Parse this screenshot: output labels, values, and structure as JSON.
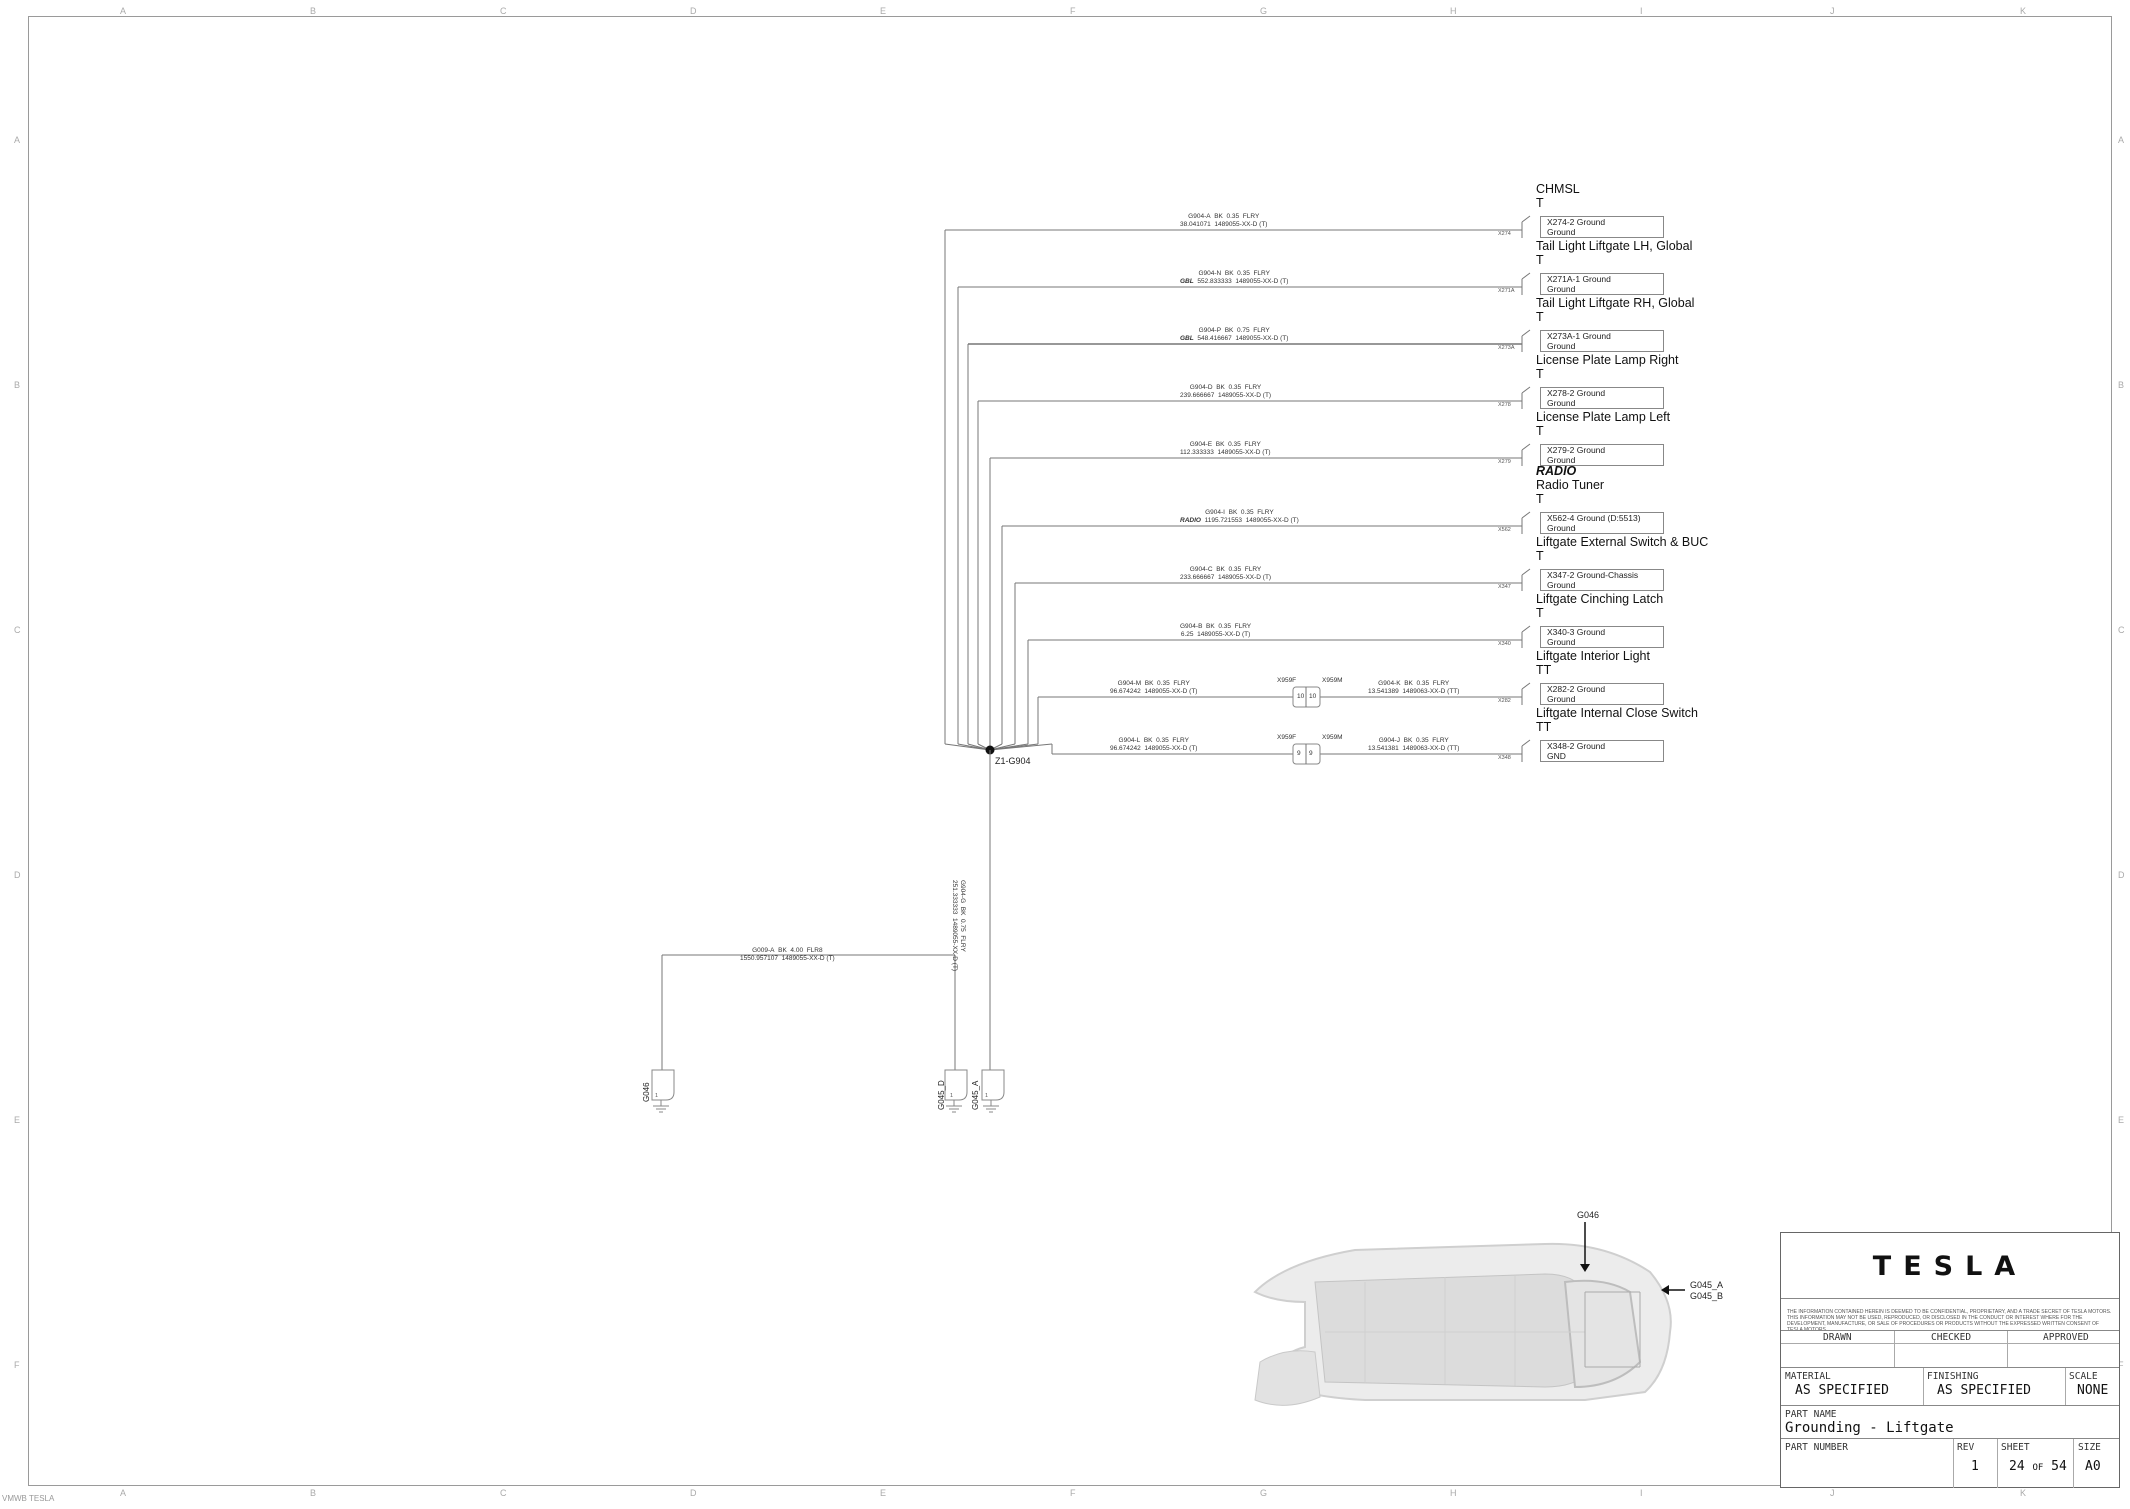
{
  "sheet": {
    "zones_top": [
      "A",
      "B",
      "C",
      "D",
      "E",
      "F",
      "G",
      "H",
      "I",
      "J",
      "K"
    ],
    "zones_side": [
      "A",
      "B",
      "C",
      "D",
      "E",
      "F"
    ],
    "footer_note": "VMWB TESLA"
  },
  "splice": {
    "name": "Z1-G904",
    "trunk_label": {
      "id": "G904-G",
      "color": "BK",
      "gauge": "0.75",
      "type": "FLRY",
      "length": "251.333333",
      "part": "1489055-XX-D (T)"
    }
  },
  "connectors": [
    {
      "title": "CHMSL",
      "subtitle": "T",
      "ref": "X274",
      "pin": "X274-2 Ground",
      "signal": "Ground",
      "wire": {
        "id": "G904-A",
        "color": "BK",
        "gauge": "0.35",
        "type": "FLRY",
        "option": "",
        "length": "38.041071",
        "part": "1489055-XX-D (T)"
      }
    },
    {
      "title": "Tail Light Liftgate LH, Global",
      "subtitle": "T",
      "ref": "X271A",
      "pin": "X271A-1 Ground",
      "signal": "Ground",
      "wire": {
        "id": "G904-N",
        "color": "BK",
        "gauge": "0.35",
        "type": "FLRY",
        "option": "GBL",
        "length": "552.833333",
        "part": "1489055-XX-D (T)"
      }
    },
    {
      "title": "Tail Light Liftgate RH, Global",
      "subtitle": "T",
      "ref": "X273A",
      "pin": "X273A-1 Ground",
      "signal": "Ground",
      "wire": {
        "id": "G904-P",
        "color": "BK",
        "gauge": "0.75",
        "type": "FLRY",
        "option": "GBL",
        "length": "548.416667",
        "part": "1489055-XX-D (T)"
      }
    },
    {
      "title": "License Plate Lamp Right",
      "subtitle": "T",
      "ref": "X278",
      "pin": "X278-2 Ground",
      "signal": "Ground",
      "wire": {
        "id": "G904-D",
        "color": "BK",
        "gauge": "0.35",
        "type": "FLRY",
        "option": "",
        "length": "239.666667",
        "part": "1489055-XX-D (T)"
      }
    },
    {
      "title": "License Plate Lamp Left",
      "subtitle": "T",
      "ref": "X279",
      "pin": "X279-2 Ground",
      "signal": "Ground",
      "wire": {
        "id": "G904-E",
        "color": "BK",
        "gauge": "0.35",
        "type": "FLRY",
        "option": "",
        "length": "112.333333",
        "part": "1489055-XX-D (T)"
      }
    },
    {
      "option_title": "RADIO",
      "title": "Radio Tuner",
      "subtitle": "T",
      "ref": "X562",
      "pin": "X562-4 Ground (D:5513)",
      "signal": "Ground",
      "wire": {
        "id": "G904-I",
        "color": "BK",
        "gauge": "0.35",
        "type": "FLRY",
        "option": "RADIO",
        "length": "1195.721553",
        "part": "1489055-XX-D (T)"
      }
    },
    {
      "title": "Liftgate External Switch & BUC",
      "subtitle": "T",
      "ref": "X347",
      "pin": "X347-2 Ground-Chassis",
      "signal": "Ground",
      "wire": {
        "id": "G904-C",
        "color": "BK",
        "gauge": "0.35",
        "type": "FLRY",
        "option": "",
        "length": "233.666667",
        "part": "1489055-XX-D (T)"
      }
    },
    {
      "title": "Liftgate Cinching Latch",
      "subtitle": "T",
      "ref": "X340",
      "pin": "X340-3 Ground",
      "signal": "Ground",
      "wire": {
        "id": "G904-B",
        "color": "BK",
        "gauge": "0.35",
        "type": "FLRY",
        "option": "",
        "length": "6.25",
        "part": "1489055-XX-D (T)"
      }
    },
    {
      "title": "Liftgate Interior Light",
      "subtitle": "TT",
      "ref": "X282",
      "pin": "X282-2 Ground",
      "signal": "Ground",
      "wire": {
        "id": "G904-M",
        "color": "BK",
        "gauge": "0.35",
        "type": "FLRY",
        "option": "",
        "length": "96.674242",
        "part": "1489055-XX-D (T)"
      },
      "wire2": {
        "id": "G904-K",
        "color": "BK",
        "gauge": "0.35",
        "type": "FLRY",
        "length": "13.541389",
        "part": "1489063-XX-D (TT)"
      },
      "inline": {
        "left": "X959F",
        "right": "X959M",
        "pin": "10"
      }
    },
    {
      "title": "Liftgate Internal Close Switch",
      "subtitle": "TT",
      "ref": "X348",
      "pin": "X348-2 Ground",
      "signal": "GND",
      "wire": {
        "id": "G904-L",
        "color": "BK",
        "gauge": "0.35",
        "type": "FLRY",
        "option": "",
        "length": "96.674242",
        "part": "1489055-XX-D (T)"
      },
      "wire2": {
        "id": "G904-J",
        "color": "BK",
        "gauge": "0.35",
        "type": "FLRY",
        "length": "13.541381",
        "part": "1489063-XX-D (TT)"
      },
      "inline": {
        "left": "X959F",
        "right": "X959M",
        "pin": "9"
      }
    }
  ],
  "grounds": [
    {
      "name": "G046",
      "pin": "1"
    },
    {
      "name": "G045_D",
      "pin": "1"
    },
    {
      "name": "G045_A",
      "pin": "1"
    }
  ],
  "ground_wire": {
    "id": "G009-A",
    "color": "BK",
    "gauge": "4.00",
    "type": "FLR8",
    "length": "1550.957107",
    "part": "1489055-XX-D (T)"
  },
  "locator": {
    "callout_top": "G046",
    "callout_side_1": "G045_A",
    "callout_side_2": "G045_B"
  },
  "title_block": {
    "logo": "TESLA",
    "confidential": "THE INFORMATION CONTAINED HEREIN IS DEEMED TO BE CONFIDENTIAL, PROPRIETARY, AND A TRADE SECRET OF TESLA MOTORS. THIS INFORMATION MAY NOT BE USED, REPRODUCED, OR DISCLOSED IN THE CONDUCT OR INTEREST WHERE FOR THE DEVELOPMENT, MANUFACTURE, OR SALE OF PROCEDURES OR PRODUCTS WITHOUT THE EXPRESSED WRITTEN CONSENT OF TESLA MOTORS.",
    "drawn": "DRAWN",
    "checked": "CHECKED",
    "approved": "APPROVED",
    "material_label": "MATERIAL",
    "material": "AS SPECIFIED",
    "finishing_label": "FINISHING",
    "finishing": "AS SPECIFIED",
    "scale_label": "SCALE",
    "scale": "NONE",
    "part_name_label": "PART NAME",
    "part_name": "Grounding - Liftgate",
    "part_number_label": "PART NUMBER",
    "rev_label": "REV",
    "rev": "1",
    "sheet_label": "SHEET",
    "sheet": "24",
    "sheet_of": "OF",
    "sheet_total": "54",
    "size_label": "SIZE",
    "size": "A0"
  }
}
